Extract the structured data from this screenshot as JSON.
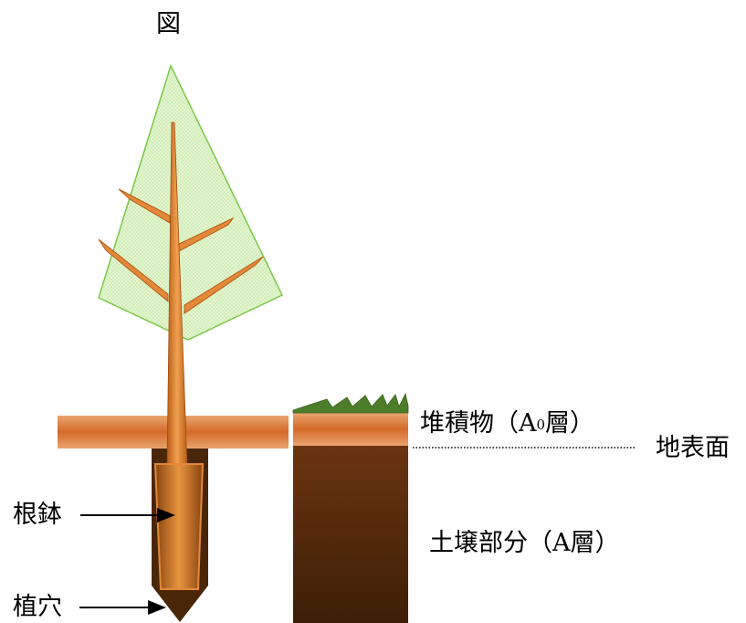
{
  "figure": {
    "title": "図"
  },
  "labels": {
    "litter": {
      "pre": "堆積物（A",
      "sub": "0",
      "post": "層）"
    },
    "ground_surface": "地表面",
    "soil": "土壌部分（A層）",
    "root_ball": "根鉢",
    "planting_hole": "植穴"
  },
  "colors": {
    "canopy_fill": "#dff3c8",
    "canopy_stroke": "#7cc84a",
    "trunk": "#e2893a",
    "trunk_dark": "#b85c14",
    "soil_layer": "#d67a3a",
    "soil_dark": "#5a2b08",
    "grass": "#4d7d2a"
  }
}
